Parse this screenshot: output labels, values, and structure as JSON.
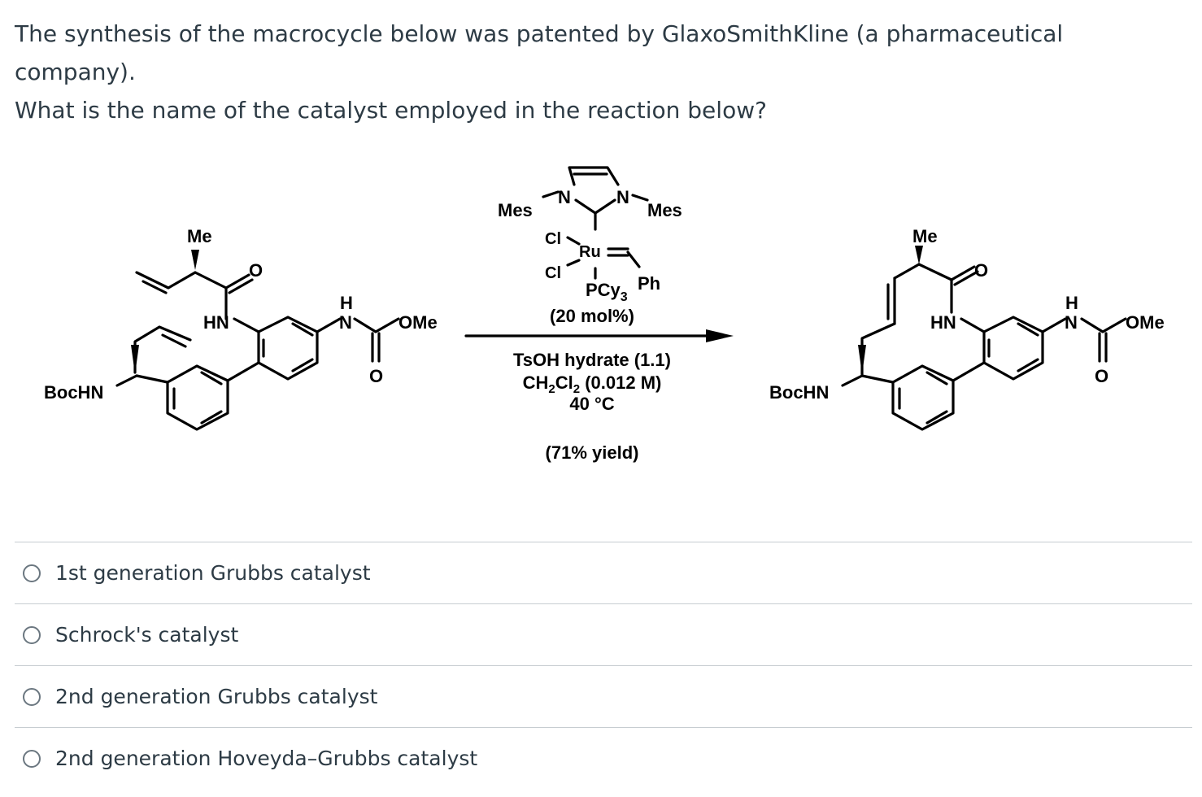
{
  "question": {
    "line1": "The synthesis of the macrocycle below was patented by GlaxoSmithKline (a pharmaceutical company).",
    "line2": "What is the name of the catalyst employed in the reaction below?"
  },
  "scheme": {
    "reactant": {
      "me": "Me",
      "boc": "BocHN",
      "hn": "HN",
      "h": "H",
      "n": "N",
      "ome": "OMe",
      "o_top": "O",
      "o_bottom": "O"
    },
    "catalyst": {
      "mes_left": "Mes",
      "mes_right": "Mes",
      "n_left": "N",
      "n_right": "N",
      "cl_top": "Cl",
      "cl_bottom": "Cl",
      "ru": "Ru",
      "pcy": "PCy",
      "pcy_sub": "3",
      "ph": "Ph",
      "loading": "(20 mol%)"
    },
    "conditions": {
      "line1": "TsOH hydrate (1.1)",
      "line2_a": "CH",
      "line2_sub1": "2",
      "line2_b": "Cl",
      "line2_sub2": "2",
      "line2_c": " (0.012 M)",
      "line3": "40 °C",
      "yield": "(71% yield)"
    },
    "product": {
      "me": "Me",
      "boc": "BocHN",
      "hn": "HN",
      "h": "H",
      "n": "N",
      "ome": "OMe",
      "o_top": "O",
      "o_bottom": "O"
    }
  },
  "answers": [
    {
      "label": "1st generation Grubbs catalyst"
    },
    {
      "label": "Schrock's catalyst"
    },
    {
      "label": "2nd generation Grubbs catalyst"
    },
    {
      "label": "2nd generation Hoveyda–Grubbs catalyst"
    }
  ]
}
